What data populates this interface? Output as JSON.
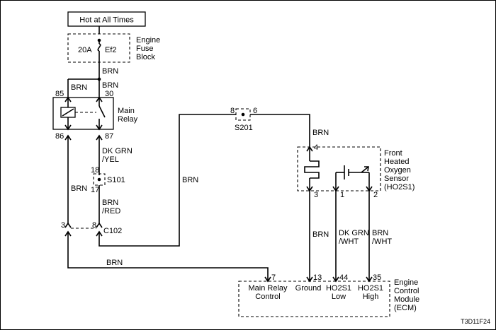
{
  "power_source": "Hot at All Times",
  "fuse_block": {
    "rating": "20A",
    "fuse_id": "Ef2",
    "label_lines": [
      "Engine",
      "Fuse",
      "Block"
    ]
  },
  "relay": {
    "label_lines": [
      "Main",
      "Relay"
    ],
    "pins": {
      "p85": "85",
      "p30": "30",
      "p86": "86",
      "p87": "87"
    }
  },
  "splices": {
    "s201": {
      "name": "S201",
      "pin_left": "8",
      "pin_right": "6"
    },
    "s101": {
      "name": "S101",
      "pin_top": "18",
      "pin_bottom": "17"
    }
  },
  "connector_c102": {
    "name": "C102",
    "pin_left": "3",
    "pin_right": "8"
  },
  "wire_colors": {
    "fuse_out": "BRN",
    "relay_85": "BRN",
    "relay_30": "BRN",
    "relay_87_line1": "DK GRN",
    "relay_87_line2": "/YEL",
    "relay_86_line": "BRN",
    "s101_out_line1": "BRN",
    "s101_out_line2": "/RED",
    "long_run": "BRN",
    "sensor_feed": "BRN",
    "bottom_run": "BRN",
    "ground": "BRN",
    "low_line1": "DK GRN",
    "low_line2": "/WHT",
    "high_line1": "BRN",
    "high_line2": "/WHT"
  },
  "sensor": {
    "label_lines": [
      "Front",
      "Heated",
      "Oxygen",
      "Sensor",
      "(HO2S1)"
    ],
    "pins": {
      "p4": "4",
      "p3": "3",
      "p1": "1",
      "p2": "2"
    }
  },
  "ecm": {
    "label_lines": [
      "Engine",
      "Control",
      "Module",
      "(ECM)"
    ],
    "pins": {
      "p7": "7",
      "p13": "13",
      "p44": "44",
      "p35": "35"
    },
    "terminals": {
      "main_relay_line1": "Main Relay",
      "main_relay_line2": "Control",
      "ground": "Ground",
      "low_line1": "HO2S1",
      "low_line2": "Low",
      "high_line1": "HO2S1",
      "high_line2": "High"
    }
  },
  "figure_code": "T3D11F24"
}
